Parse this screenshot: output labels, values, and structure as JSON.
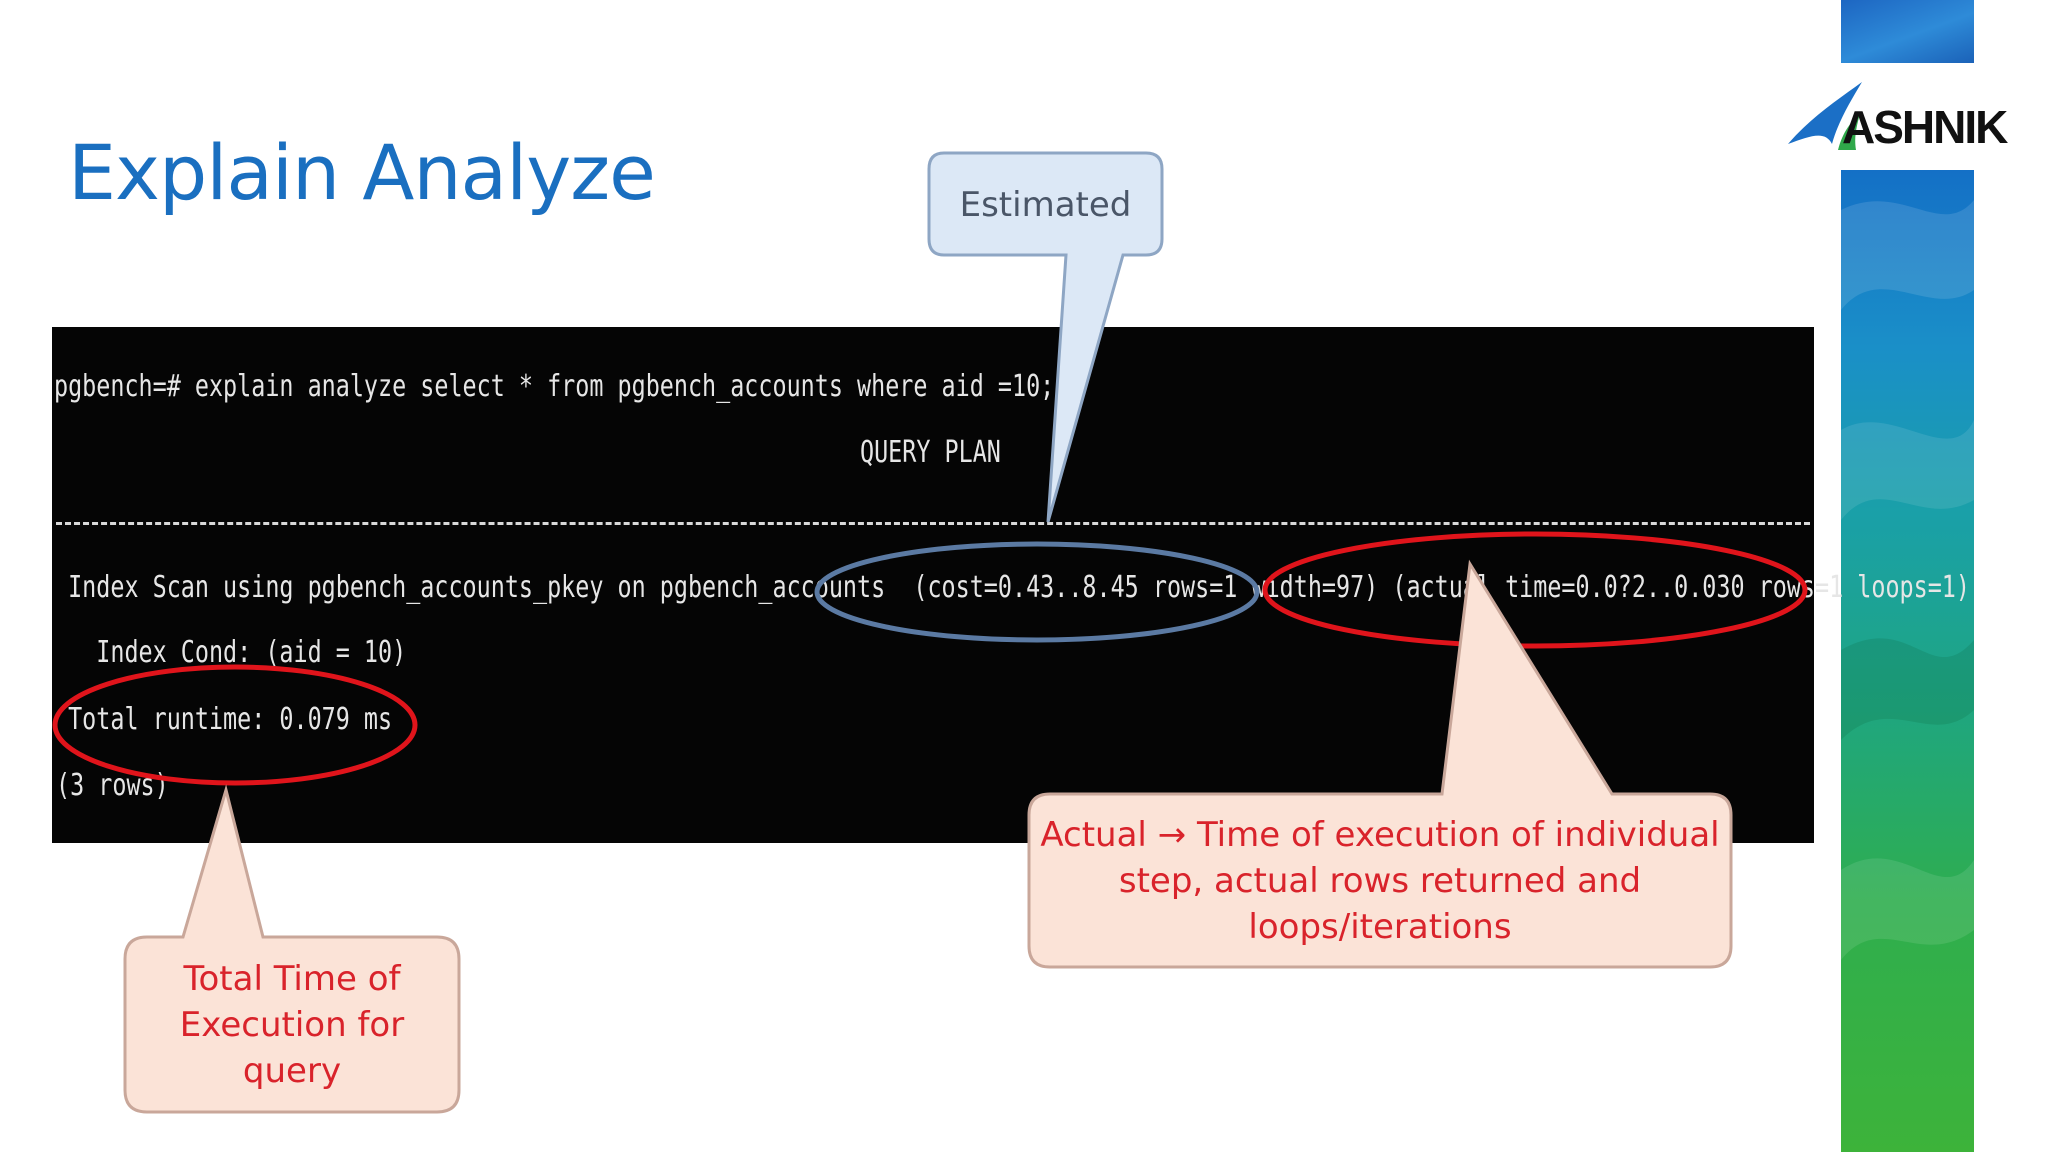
{
  "slide": {
    "title": "Explain Analyze"
  },
  "logo": {
    "text": "ASHNIK"
  },
  "terminal": {
    "lines": [
      "pgbench=# explain analyze select * from pgbench_accounts where aid =10;",
      "QUERY PLAN",
      " Index Scan using pgbench_accounts_pkey on pgbench_accounts  (cost=0.43..8.45 rows=1 width=97) (actual time=0.0?2..0.030 rows=1 loops=1)",
      "   Index Cond: (aid = 10)",
      " Total runtime: 0.079 ms",
      "(3 rows)"
    ]
  },
  "callouts": {
    "estimated": "Estimated",
    "actual": [
      "Actual → Time of execution of individual",
      "step, actual rows returned and",
      "loops/iterations"
    ],
    "total": [
      "Total Time of",
      "Execution for",
      "query"
    ]
  },
  "colors": {
    "title": "#1a6fc0",
    "estimated_fill": "#dce8f6",
    "estimated_border": "#8ea6c4",
    "estimated_ellipse": "#5b7aa3",
    "actual_fill": "#fbe3d7",
    "actual_border": "#c9a79a",
    "actual_ellipse": "#e0141b",
    "callout_text_red": "#d9232b"
  }
}
